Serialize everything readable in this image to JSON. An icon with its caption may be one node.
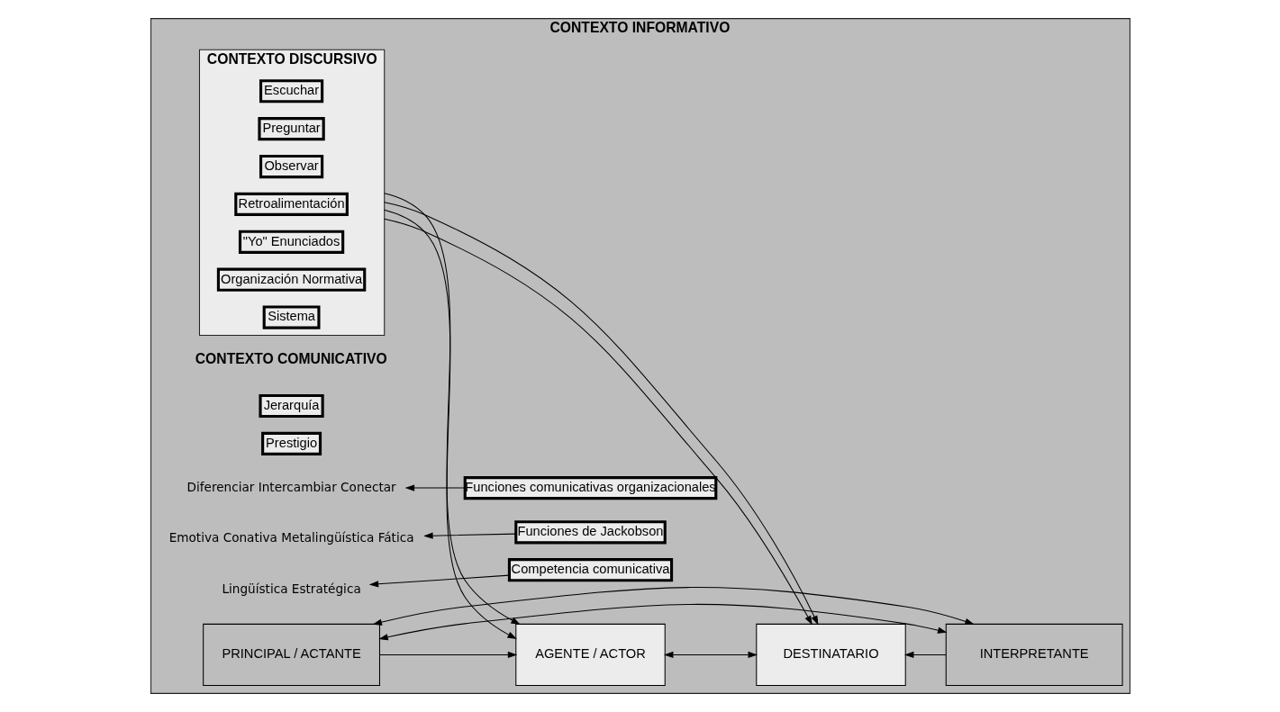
{
  "diagram": {
    "nodes": [
      {
        "text": [
          "CONTEXTO INFORMATIVO"
        ]
      },
      {
        "text": [
          "Jerarquía"
        ],
        "in": 0
      },
      {
        "text": [
          "Prestigio"
        ],
        "in": 0
      },
      {
        "text": [
          "Funciones de Jackobson"
        ],
        "in": 0
      },
      {
        "text": [
          "Funciones comunicativas organizacionales"
        ],
        "in": 0
      },
      {
        "text": [
          "Competencia comunicativa"
        ],
        "in": 0
      },
      {
        "text": [
          "Diferenciar Intercambiar Conectar"
        ],
        "in": 0
      },
      {
        "text": [
          "Emotiva Conativa Metalingüística Fática"
        ],
        "in": 0
      },
      {
        "text": [
          "Lingüística Estratégica"
        ],
        "in": 0
      },
      {
        "text": [
          "PRINCIPAL / ACTANTE"
        ],
        "in": 0
      },
      {
        "text": [
          "CONTEXTO DISCURSIVO"
        ],
        "in": 0
      },
      {
        "text": [
          "Escuchar"
        ],
        "in": 10
      },
      {
        "text": [
          "Preguntar"
        ],
        "in": 10
      },
      {
        "text": [
          "Observar"
        ],
        "in": 10
      },
      {
        "text": [
          "Retroalimentación"
        ],
        "in": 10
      },
      {
        "text": [
          "\"Yo\" Enunciados"
        ],
        "in": 10
      },
      {
        "text": [
          "Organización Normativa"
        ],
        "in": 10
      },
      {
        "text": [
          "Sistema"
        ],
        "in": 10
      },
      {
        "text": [
          "AGENTE / ACTOR"
        ],
        "in": 0
      },
      {
        "text": [
          "DESTINATARIO"
        ],
        "in": 0
      },
      {
        "text": [
          "INTERPRETANTE"
        ],
        "in": 0
      }
    ],
    "edges": [
      {
        "from": 3,
        "to": 7,
        "arrow": "to"
      },
      {
        "from": 4,
        "to": 6,
        "arrow": "to"
      },
      {
        "from": 5,
        "to": 8,
        "arrow": "to"
      },
      {
        "from": 9,
        "to": 18,
        "arrow": "to"
      },
      {
        "from": 20,
        "to": 19,
        "arrow": "to"
      },
      {
        "from": 18,
        "to": 19,
        "arrow": "both"
      },
      {
        "from": 10,
        "to": 18,
        "arrow": "to"
      },
      {
        "from": 10,
        "to": 19,
        "arrow": "to"
      },
      {
        "from": 10,
        "to": 18,
        "arrow": "to"
      },
      {
        "from": 10,
        "to": 19,
        "arrow": "to"
      },
      {
        "from": 9,
        "to": 20,
        "arrow": "both"
      },
      {
        "from": 9,
        "to": 20,
        "arrow": "both"
      }
    ],
    "labels": [
      "CONTEXTO COMUNICATIVO"
    ]
  }
}
